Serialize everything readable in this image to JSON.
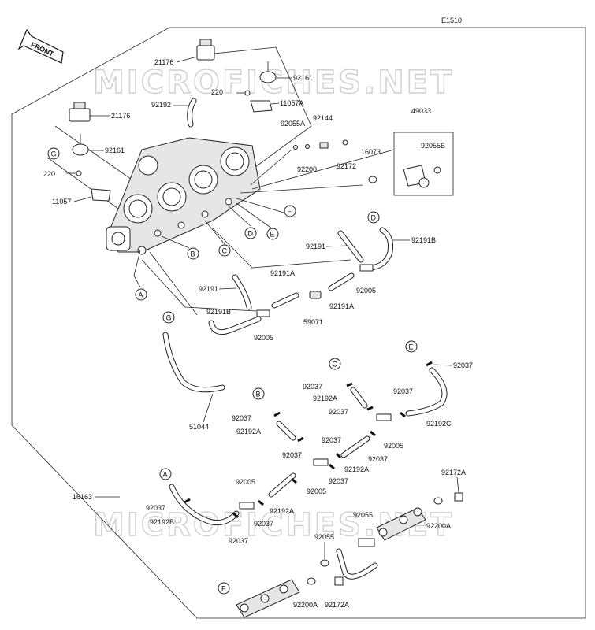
{
  "diagram_code": "E1510",
  "front_arrow": "FRONT",
  "watermark": "MICROFICHES.NET",
  "labels": {
    "l21176_top": "21176",
    "l92161_top": "92161",
    "l220_top": "220",
    "l11057A": "11057A",
    "l92192": "92192",
    "l21176_left": "21176",
    "l92161_left": "92161",
    "l220_left": "220",
    "l11057": "11057",
    "l92055A": "92055A",
    "l92144": "92144",
    "l92200": "92200",
    "l92172": "92172",
    "l49033": "49033",
    "l92055B": "92055B",
    "l16073": "16073",
    "l92191B_top": "92191B",
    "l92191_mid": "92191",
    "l92005_mid": "92005",
    "l92191A_right": "92191A",
    "l92191A_left": "92191A",
    "l92191_left": "92191",
    "l92191B_left": "92191B",
    "l59071": "59071",
    "l92005_left": "92005",
    "l51044": "51044",
    "l92037_e": "92037",
    "l92037_c": "92037",
    "l92192A_c": "92192A",
    "l92037_c2": "92037",
    "l92037_r": "92037",
    "l92192C": "92192C",
    "l92005_r": "92005",
    "l92037_r2": "92037",
    "l92037_b": "92037",
    "l92192A_b": "92192A",
    "l92037_mid": "92037",
    "l92037_mid2": "92037",
    "l92037_mid3": "92037",
    "l92192A_mid": "92192A",
    "l92005_mid2": "92005",
    "l92005_lo": "92005",
    "l92192A_lo": "92192A",
    "l16163": "16163",
    "l92037_a": "92037",
    "l92192B": "92192B",
    "l92037_lo": "92037",
    "l92037_lo2": "92037",
    "l92172A_r": "92172A",
    "l92055_r": "92055",
    "l92200A_r": "92200A",
    "l92055_lo": "92055",
    "l92200A_lo": "92200A",
    "l92172A_lo": "92172A"
  },
  "refs": {
    "G_top": "G",
    "F_top": "F",
    "D_top": "D",
    "E_top": "E",
    "B_top": "B",
    "C_top": "C",
    "A_top": "A",
    "D_hose": "D",
    "G_hose": "G",
    "E_hose": "E",
    "C_hose": "C",
    "B_hose": "B",
    "A_hose": "A",
    "F_rail": "F"
  }
}
